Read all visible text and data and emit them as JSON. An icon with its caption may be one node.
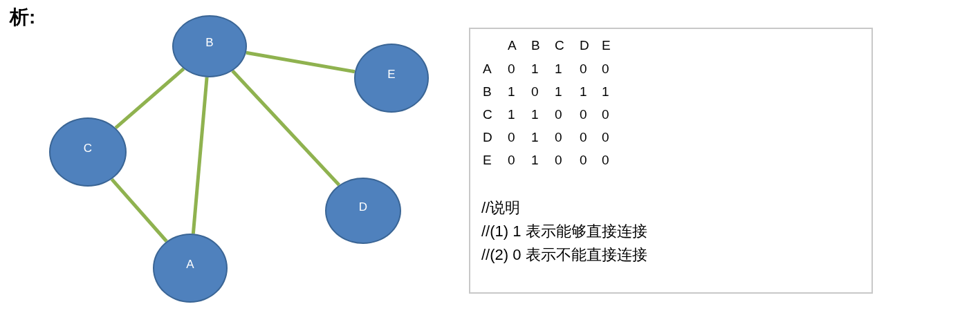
{
  "diagram": {
    "title": "析:",
    "nodes": [
      {
        "text": [
          "B"
        ]
      },
      {
        "text": [
          "E"
        ]
      },
      {
        "text": [
          "C"
        ]
      },
      {
        "text": [
          "D"
        ]
      },
      {
        "text": [
          "A"
        ]
      },
      {
        "text": [
          "//说明",
          "//(1) 1 表示能够直接连接",
          "//(2) 0 表示不能直接连接"
        ]
      }
    ],
    "edges": [
      {
        "from": 0,
        "to": 1,
        "arrow": "none"
      },
      {
        "from": 0,
        "to": 2,
        "arrow": "none"
      },
      {
        "from": 0,
        "to": 4,
        "arrow": "none"
      },
      {
        "from": 0,
        "to": 3,
        "arrow": "none"
      },
      {
        "from": 2,
        "to": 4,
        "arrow": "none"
      }
    ],
    "labels": [
      "A",
      "B",
      "C",
      "D",
      "E",
      "A",
      "0",
      "1",
      "1",
      "0",
      "0",
      "B",
      "1",
      "0",
      "1",
      "1",
      "1",
      "C",
      "1",
      "1",
      "0",
      "0",
      "0",
      "D",
      "0",
      "1",
      "0",
      "0",
      "0",
      "E",
      "0",
      "1",
      "0",
      "0",
      "0"
    ]
  }
}
